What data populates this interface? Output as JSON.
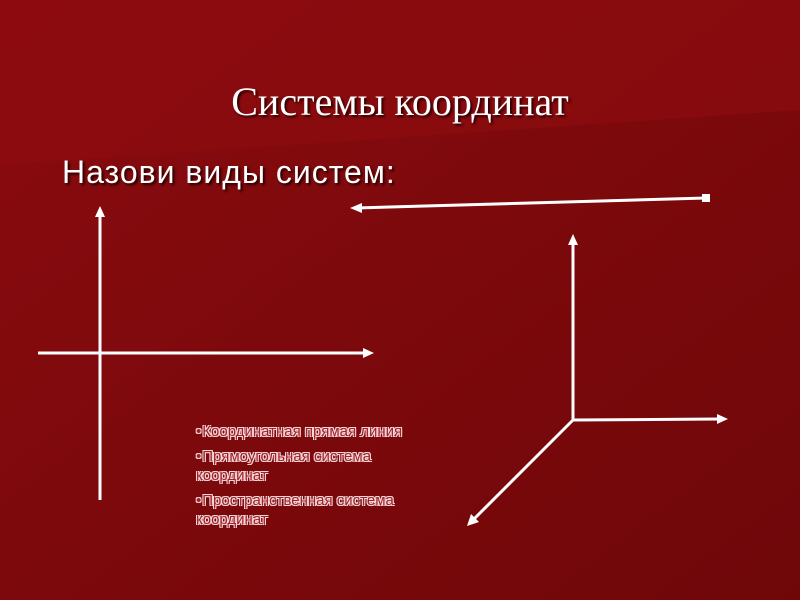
{
  "slide": {
    "title": "Системы координат",
    "subtitle": "Назови виды систем:"
  },
  "answers": [
    "Координатная  прямая линия",
    "Прямоугольная система координат",
    "Пространственная система координат"
  ],
  "colors": {
    "background": "#7e0a0d",
    "lines": "#ffffff",
    "answer_text": "#a31e27"
  }
}
